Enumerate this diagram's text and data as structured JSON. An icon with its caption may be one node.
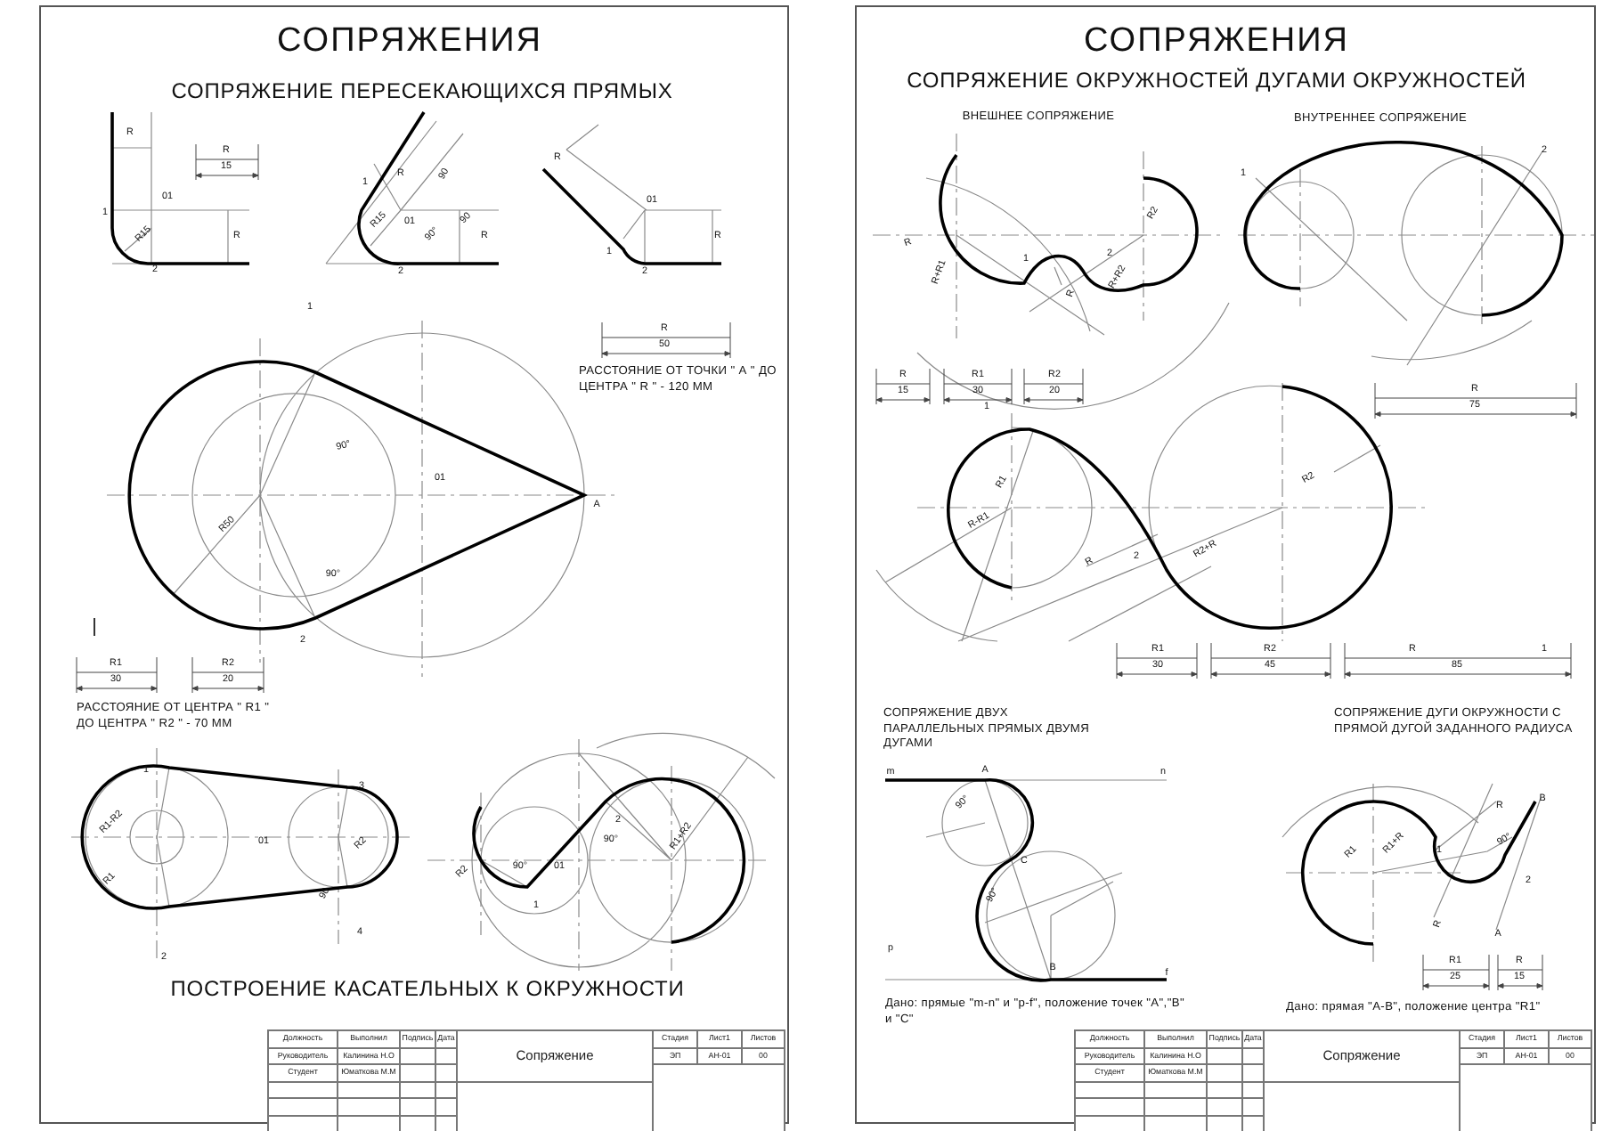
{
  "diagram": {
    "labels": [
      "СОПРЯЖЕНИЯ",
      "СОПРЯЖЕНИЕ ПЕРЕСЕКАЮЩИХСЯ ПРЯМЫХ",
      "R",
      "R",
      "15",
      "01",
      "1",
      "R15",
      "R",
      "2",
      "1",
      "R",
      "90",
      "R15",
      "01",
      "90°",
      "90",
      "R",
      "2",
      "R",
      "01",
      "R",
      "1",
      "2",
      "1",
      "R",
      "50",
      "РАССТОЯНИЕ ОТ ТОЧКИ \" А \" ДО ЦЕНТРА \" R \" - 120 ММ",
      "90°",
      "01",
      "A",
      "R50",
      "90°",
      "2",
      "R1",
      "30",
      "R2",
      "20",
      "РАССТОЯНИЕ ОТ ЦЕНТРА \" R1 \" ДО ЦЕНТРА \" R2 \" - 70 ММ",
      "1",
      "R1-R2",
      "3",
      "01",
      "R2",
      "R1",
      "90",
      "4",
      "2",
      "2",
      "90°",
      "R1+R2",
      "R2",
      "90°",
      "01",
      "1",
      "ПОСТРОЕНИЕ КАСАТЕЛЬНЫХ К ОКРУЖНОСТИ",
      "Должность",
      "Выполнил",
      "Подпись",
      "Дата",
      "Сопряжение",
      "Стадия",
      "Лист1",
      "Листов",
      "Руководитель",
      "Калинина Н.О",
      "ЭП",
      "АН-01",
      "00",
      "Студент",
      "Юматкова М.М",
      "СОПРЯЖЕНИЯ",
      "СОПРЯЖЕНИЕ ОКРУЖНОСТЕЙ ДУГАМИ ОКРУЖНОСТЕЙ",
      "ВНЕШНЕЕ СОПРЯЖЕНИЕ",
      "ВНУТРЕННЕЕ СОПРЯЖЕНИЕ",
      "R2",
      "R",
      "R+R1",
      "1",
      "R",
      "2",
      "R+R2",
      "1",
      "2",
      "R",
      "15",
      "R1",
      "30",
      "R2",
      "20",
      "1",
      "R",
      "75",
      "R1",
      "R-R1",
      "R",
      "2",
      "R2+R",
      "R2",
      "R1",
      "30",
      "R2",
      "45",
      "R",
      "1",
      "85",
      "СОПРЯЖЕНИЕ ДВУХ ПАРАЛЛЕЛЬНЫХ ПРЯМЫХ ДВУМЯ ДУГАМИ",
      "СОПРЯЖЕНИЕ ДУГИ ОКРУЖНОСТИ С ПРЯМОЙ ДУГОЙ ЗАДАННОГО РАДИУСА",
      "m",
      "A",
      "n",
      "90°",
      "C",
      "90°",
      "p",
      "B",
      "f",
      "Дано: прямые \"m-n\" и \"p-f\", положение точек \"A\",\"B\" и \"C\"",
      "R1",
      "R1+R",
      "1",
      "R",
      "B",
      "90°",
      "2",
      "R",
      "A",
      "R1",
      "25",
      "R",
      "15",
      "Дано: прямая \"A-B\", положение центра \"R1\"",
      "Должность",
      "Выполнил",
      "Подпись",
      "Дата",
      "Сопряжение",
      "Стадия",
      "Лист1",
      "Листов",
      "Руководитель",
      "Калинина Н.О",
      "ЭП",
      "АН-01",
      "00",
      "Студент",
      "Юматкова М.М"
    ]
  }
}
